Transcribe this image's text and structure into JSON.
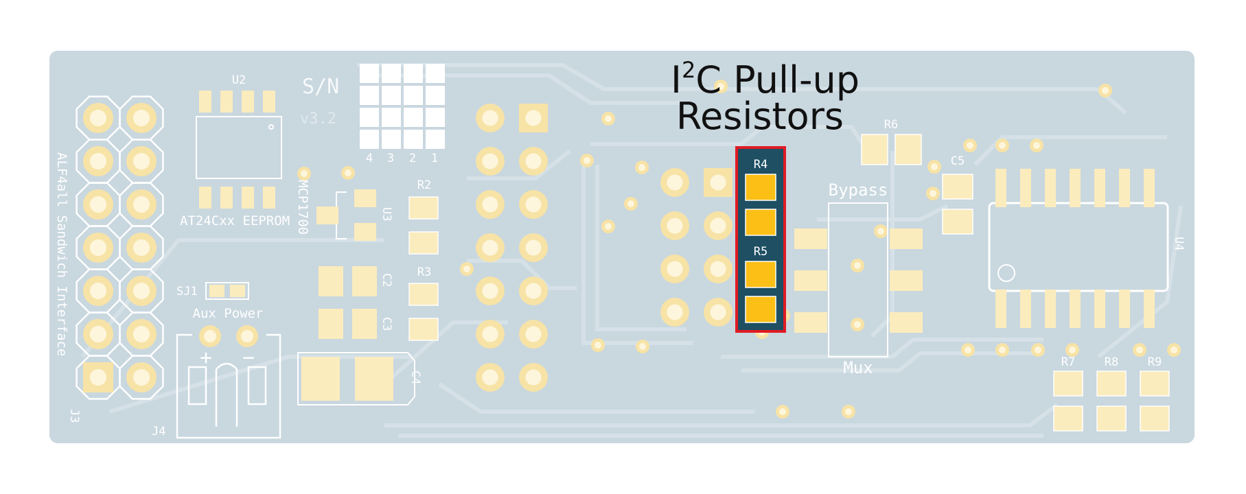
{
  "title": {
    "prefix": "I",
    "superscript": "2",
    "suffix": "C Pull-up",
    "line2": "Resistors"
  },
  "silkscreen": {
    "u2": "U2",
    "eeprom": "AT24Cxx EEPROM",
    "sn": "S/N",
    "version": "v3.2",
    "grid_cols": [
      "4",
      "3",
      "2",
      "1"
    ],
    "mcp": "MCP1700",
    "u3": "U3",
    "r2": "R2",
    "r3": "R3",
    "c2": "C2",
    "c3": "C3",
    "c4": "C4",
    "sj1": "SJ1",
    "aux_power": "Aux Power",
    "plus": "+",
    "minus": "−",
    "j3": "J3",
    "j4": "J4",
    "side_label": "ALF4all Sandwich Interface",
    "r4": "R4",
    "r5": "R5",
    "r6": "R6",
    "c5": "C5",
    "bypass": "Bypass",
    "mux": "Mux",
    "u4": "U4",
    "r7": "R7",
    "r8": "R8",
    "r9": "R9"
  },
  "colors": {
    "board": "#c9d7df",
    "trace": "#d6e2e8",
    "pad": "#fbecbd",
    "pad_ring": "#f7e3a6",
    "highlight_pad": "#fbbf16",
    "highlight_fill": "#1e4f63",
    "highlight_border": "#e01b24",
    "silkscreen": "#ffffff"
  }
}
